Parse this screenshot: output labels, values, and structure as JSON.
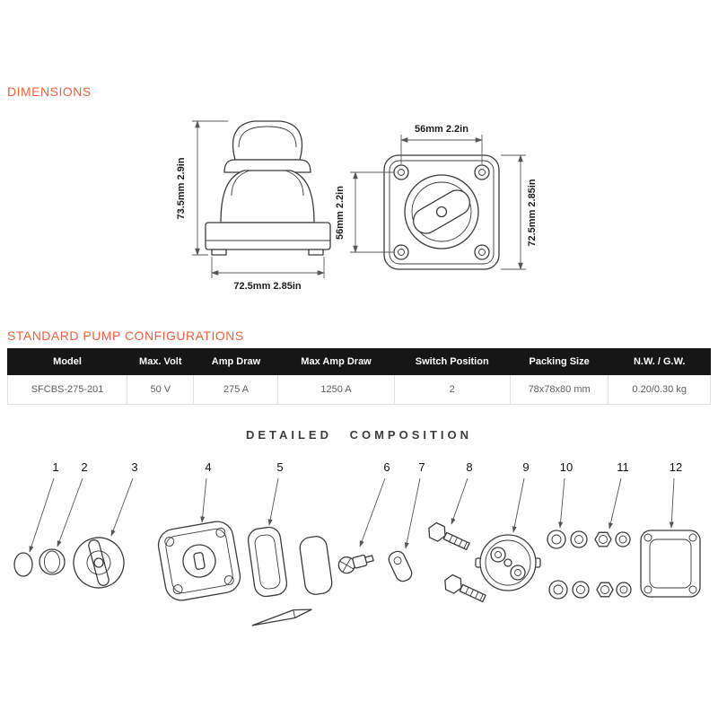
{
  "sections": {
    "dimensions_title": "DIMENSIONS",
    "config_title": "STANDARD PUMP CONFIGURATIONS",
    "composition_title": "DETAILED COMPOSITION"
  },
  "drawings": {
    "side_view": {
      "height_label": "73.5mm  2.9in",
      "width_label": "72.5mm  2.85in"
    },
    "top_view": {
      "hole_spacing_top_label": "56mm  2.2in",
      "hole_spacing_side_label": "56mm  2.2in",
      "height_label": "72.5mm  2.85in"
    }
  },
  "table": {
    "headers": [
      "Model",
      "Max. Volt",
      "Amp Draw",
      "Max Amp Draw",
      "Switch Position",
      "Packing Size",
      "N.W. / G.W."
    ],
    "rows": [
      [
        "SFCBS-275-201",
        "50 V",
        "275 A",
        "1250 A",
        "2",
        "78x78x80 mm",
        "0.20/0.30 kg"
      ]
    ]
  },
  "composition": {
    "part_numbers": [
      "1",
      "2",
      "3",
      "4",
      "5",
      "6",
      "7",
      "8",
      "9",
      "10",
      "11",
      "12"
    ]
  },
  "colors": {
    "accent": "#f0613c",
    "table_header_bg": "#161616",
    "table_header_text": "#ffffff",
    "table_body_text": "#5f5f5f",
    "drawing_line": "#3c3c3c"
  }
}
